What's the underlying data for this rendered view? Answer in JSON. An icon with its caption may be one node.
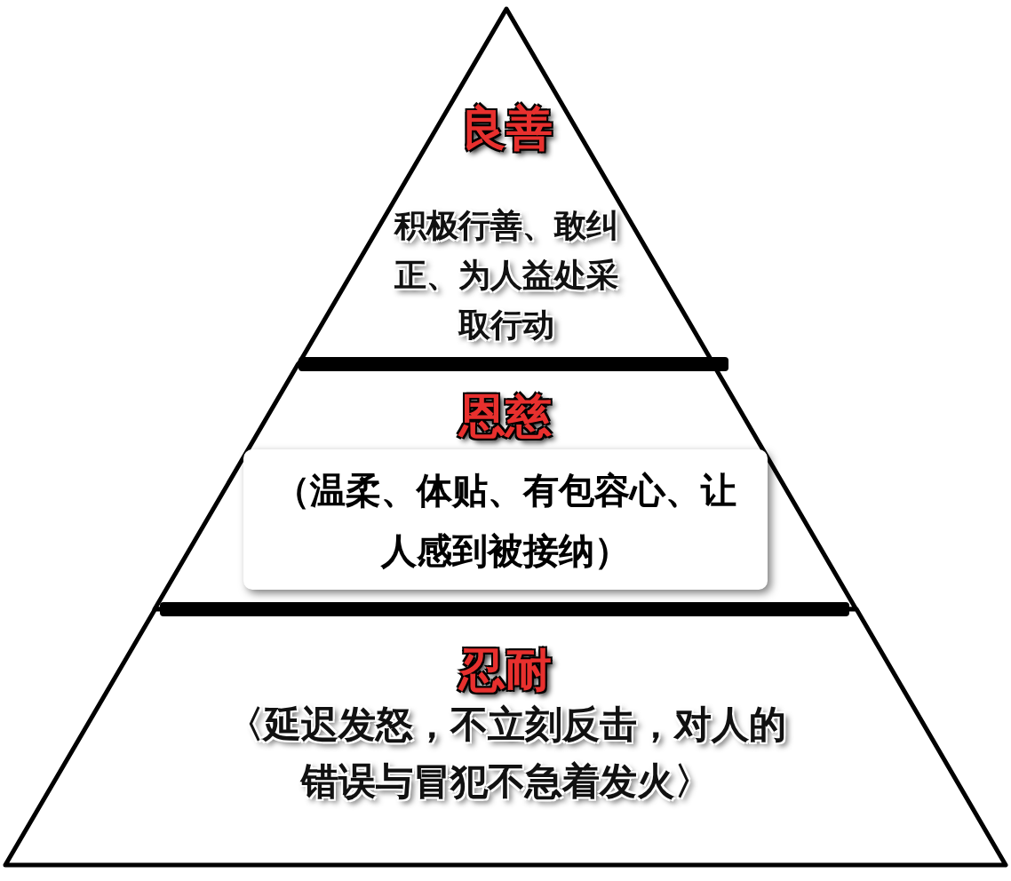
{
  "diagram": {
    "nodes": [
      {
        "text": [
          "良善",
          "积极行善、敢纠正、为人益处采取行动"
        ]
      },
      {
        "text": [
          "恩慈"
        ]
      },
      {
        "text": [
          "（温柔、体贴、有包容心、让人感到被接纳）"
        ],
        "in": 1
      },
      {
        "text": [
          "忍耐",
          "〈延迟发怒，不立刻反击，对人的错误与冒犯不急着发火〉"
        ]
      }
    ]
  }
}
